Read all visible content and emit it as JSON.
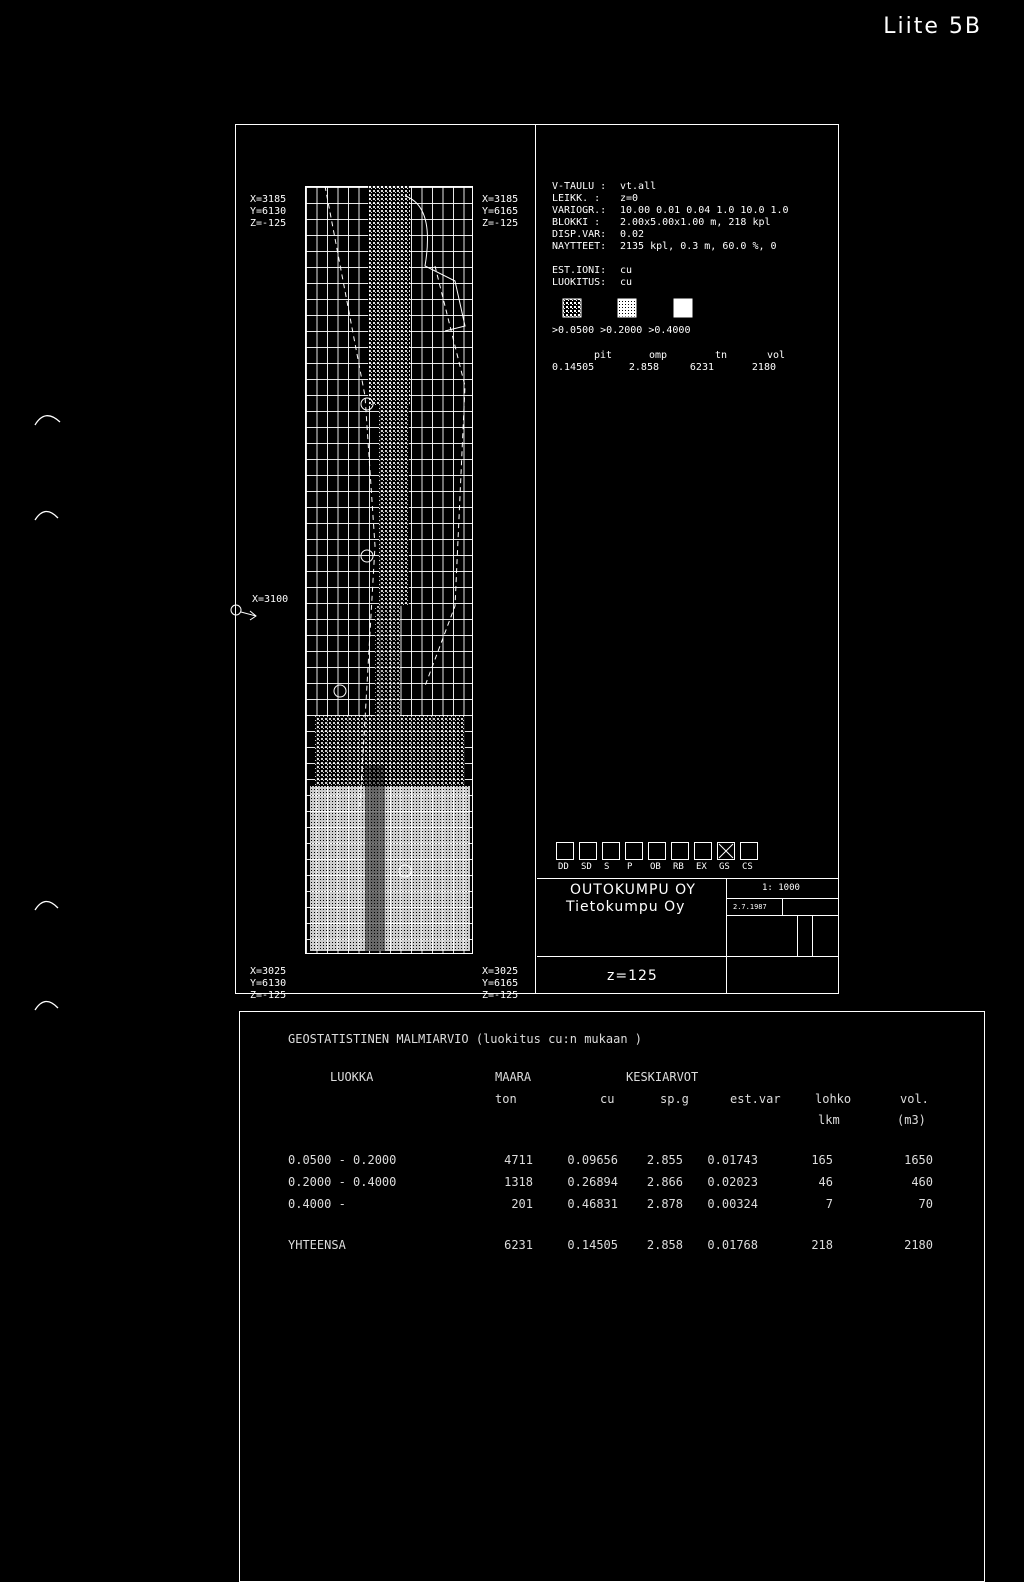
{
  "appendix": "Liite 5B",
  "map": {
    "top_left": [
      "X=3185",
      "Y=6130",
      "Z=-125"
    ],
    "top_right": [
      "X=3185",
      "Y=6165",
      "Z=-125"
    ],
    "mid_left": "X=3100",
    "bottom_left": [
      "X=3025",
      "Y=6130",
      "Z=-125"
    ],
    "bottom_right": [
      "X=3025",
      "Y=6165",
      "Z=-125"
    ]
  },
  "info": {
    "rows": [
      {
        "key": "V-TAULU :",
        "value": "vt.all"
      },
      {
        "key": "LEIKK.  :",
        "value": "z=0"
      },
      {
        "key": "VARIOGR.:",
        "value": "10.00 0.01 0.04 1.0 10.0 1.0"
      },
      {
        "key": "BLOKKI  :",
        "value": "2.00x5.00x1.00 m, 218 kpl"
      },
      {
        "key": "DISP.VAR:",
        "value": "0.02"
      },
      {
        "key": "NAYTTEET:",
        "value": "2135 kpl, 0.3 m, 60.0 %, 0"
      }
    ],
    "est_ioni_key": "EST.IONI:",
    "est_ioni_value": "cu",
    "luokitus_key": "LUOKITUS:",
    "luokitus_value": "cu",
    "legend_thresholds": ">0.0500 >0.2000 >0.4000",
    "stats_headers": [
      "pit",
      "omp",
      "tn",
      "vol"
    ],
    "stats_values": [
      "0.14505",
      "2.858",
      "6231",
      "2180"
    ]
  },
  "categories": [
    "DD",
    "SD",
    "S",
    "P",
    "OB",
    "RB",
    "EX",
    "GS",
    "CS"
  ],
  "title_block": {
    "company": "OUTOKUMPU OY",
    "division": "Tietokumpu Oy",
    "scale": "1: 1000",
    "date": "2.7.1987",
    "level": "z=125"
  },
  "report": {
    "title": "GEOSTATISTINEN MALMIARVIO (luokitus cu:n mukaan )",
    "h_luokka": "LUOKKA",
    "h_maara": "MAARA",
    "h_keskiarvot": "KESKIARVOT",
    "h_ton": "ton",
    "h_cu": "cu",
    "h_spg": "sp.g",
    "h_estvar": "est.var",
    "h_lohko": "lohko",
    "h_lkm": "lkm",
    "h_vol": "vol.",
    "h_m3": "(m3)",
    "rows": [
      {
        "luokka": "0.0500 - 0.2000",
        "ton": "4711",
        "cu": "0.09656",
        "spg": "2.855",
        "estvar": "0.01743",
        "lkm": "165",
        "vol": "1650"
      },
      {
        "luokka": "0.2000 - 0.4000",
        "ton": "1318",
        "cu": "0.26894",
        "spg": "2.866",
        "estvar": "0.02023",
        "lkm": "46",
        "vol": "460"
      },
      {
        "luokka": "0.4000 -",
        "ton": "201",
        "cu": "0.46831",
        "spg": "2.878",
        "estvar": "0.00324",
        "lkm": "7",
        "vol": "70"
      }
    ],
    "total_label": "YHTEENSA",
    "total": {
      "ton": "6231",
      "cu": "0.14505",
      "spg": "2.858",
      "estvar": "0.01768",
      "lkm": "218",
      "vol": "2180"
    }
  }
}
